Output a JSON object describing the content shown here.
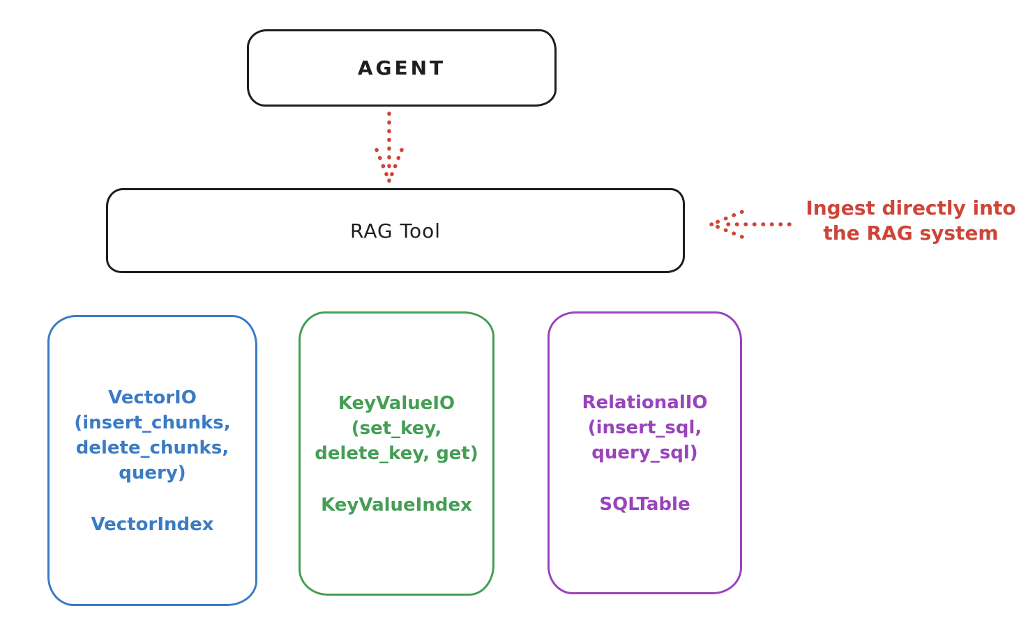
{
  "canvas": {
    "background": "#ffffff"
  },
  "colors": {
    "stroke": "#1e1e1e",
    "red": "#cf4439",
    "blue": "#3a7bc4",
    "green": "#449e54",
    "purple": "#9943bc"
  },
  "nodes": {
    "agent": {
      "label": "AGENT"
    },
    "rag_tool": {
      "label": "RAG Tool"
    }
  },
  "annotation": {
    "line1": "Ingest directly into",
    "line2": "the RAG system"
  },
  "stores": [
    {
      "name": "vector-io",
      "color": "#3a7bc4",
      "lines": [
        "VectorIO",
        "(insert_chunks,",
        "delete_chunks,",
        "query)"
      ],
      "index_label": "VectorIndex"
    },
    {
      "name": "keyvalue-io",
      "color": "#449e54",
      "lines": [
        "KeyValueIO",
        "(set_key,",
        "delete_key, get)"
      ],
      "index_label": "KeyValueIndex"
    },
    {
      "name": "relational-io",
      "color": "#9943bc",
      "lines": [
        "RelationalIO",
        "(insert_sql,",
        "query_sql)"
      ],
      "index_label": "SQLTable"
    }
  ]
}
